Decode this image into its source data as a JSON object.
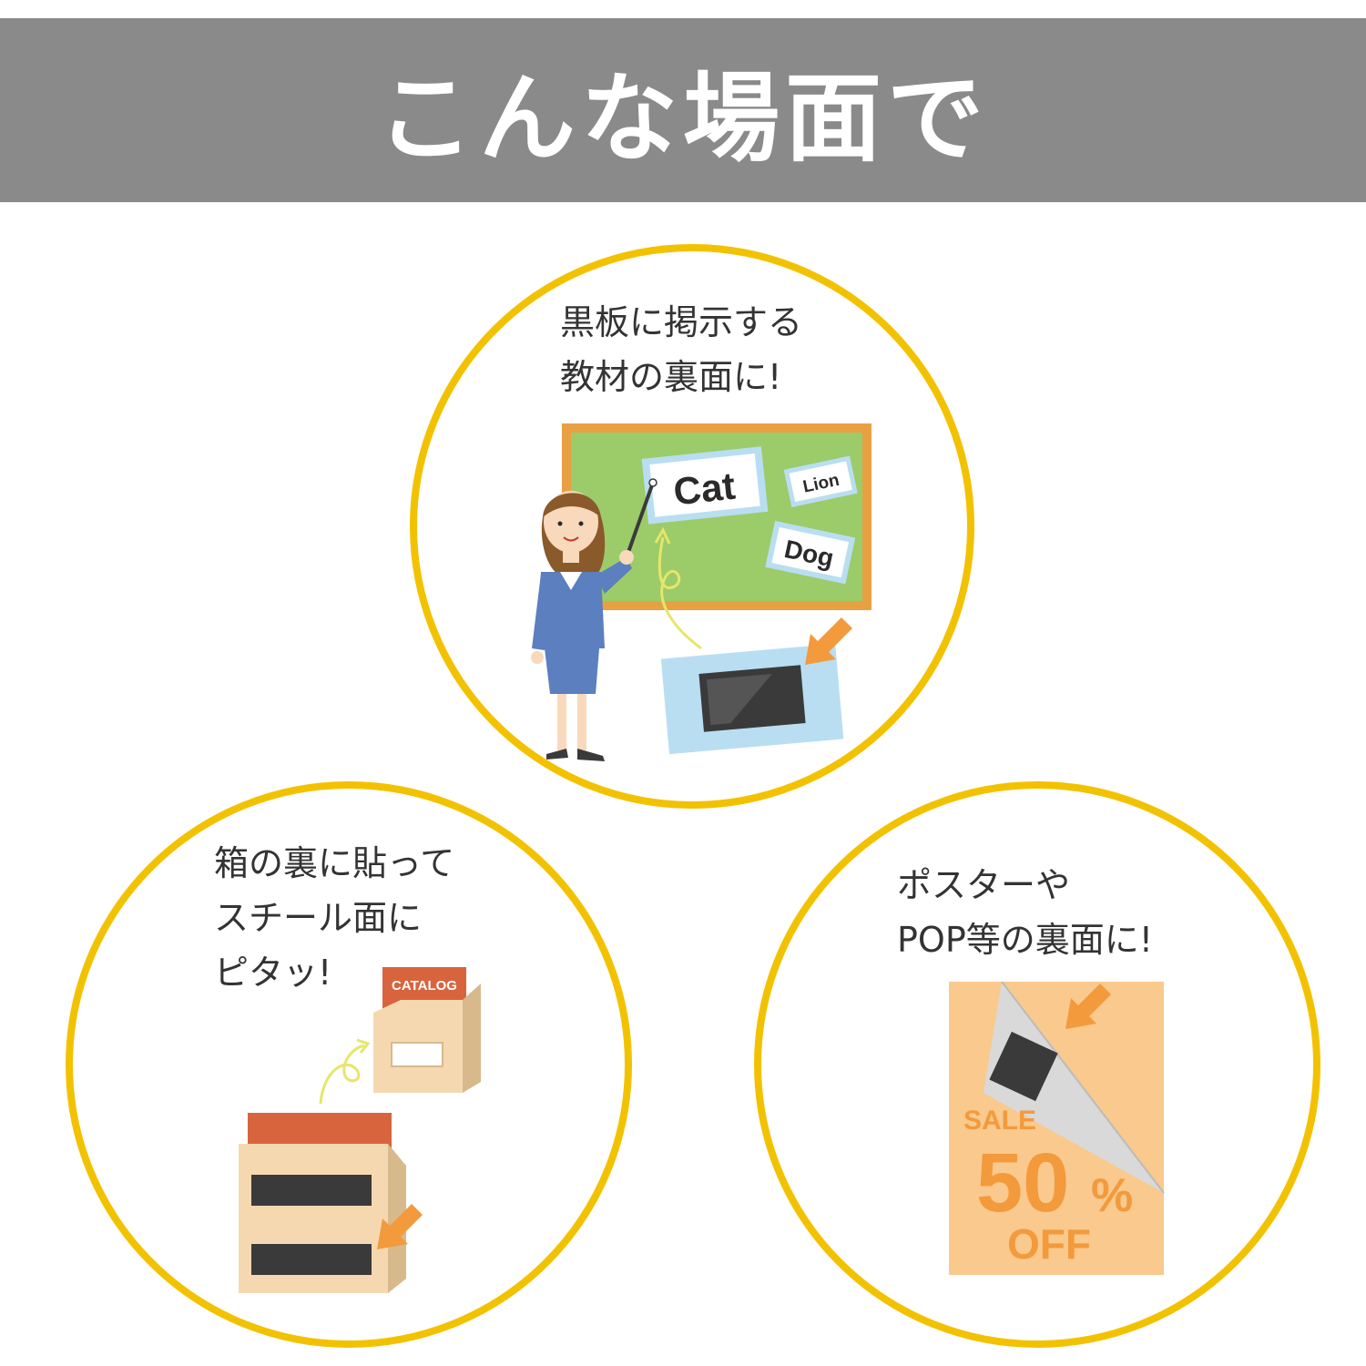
{
  "header": {
    "title": "こんな場面で"
  },
  "scenes": {
    "blackboard": {
      "caption": [
        "黒板に掲示する",
        "教材の裏面に!"
      ],
      "cards": {
        "cat": "Cat",
        "lion": "Lion",
        "dog": "Dog"
      }
    },
    "box": {
      "caption": [
        "箱の裏に貼って",
        "スチール面に",
        "ピタッ!"
      ],
      "box_label": "CATALOG"
    },
    "poster": {
      "caption": [
        "ポスターや",
        "POP等の裏面に!"
      ],
      "sale": "SALE",
      "percent": "50",
      "percent_sign": "%",
      "off": "OFF"
    }
  },
  "colors": {
    "header_bg": "#8a8a8a",
    "circle_border": "#f2c200",
    "arrow": "#f39a3c",
    "board_green": "#9ccb6a",
    "board_frame": "#e9a043",
    "card_blue": "#b9def2",
    "magnet": "#3a3a3a",
    "box_face": "#f6d8b0",
    "book_red": "#d8643e",
    "poster_orange": "#f9c98e"
  }
}
